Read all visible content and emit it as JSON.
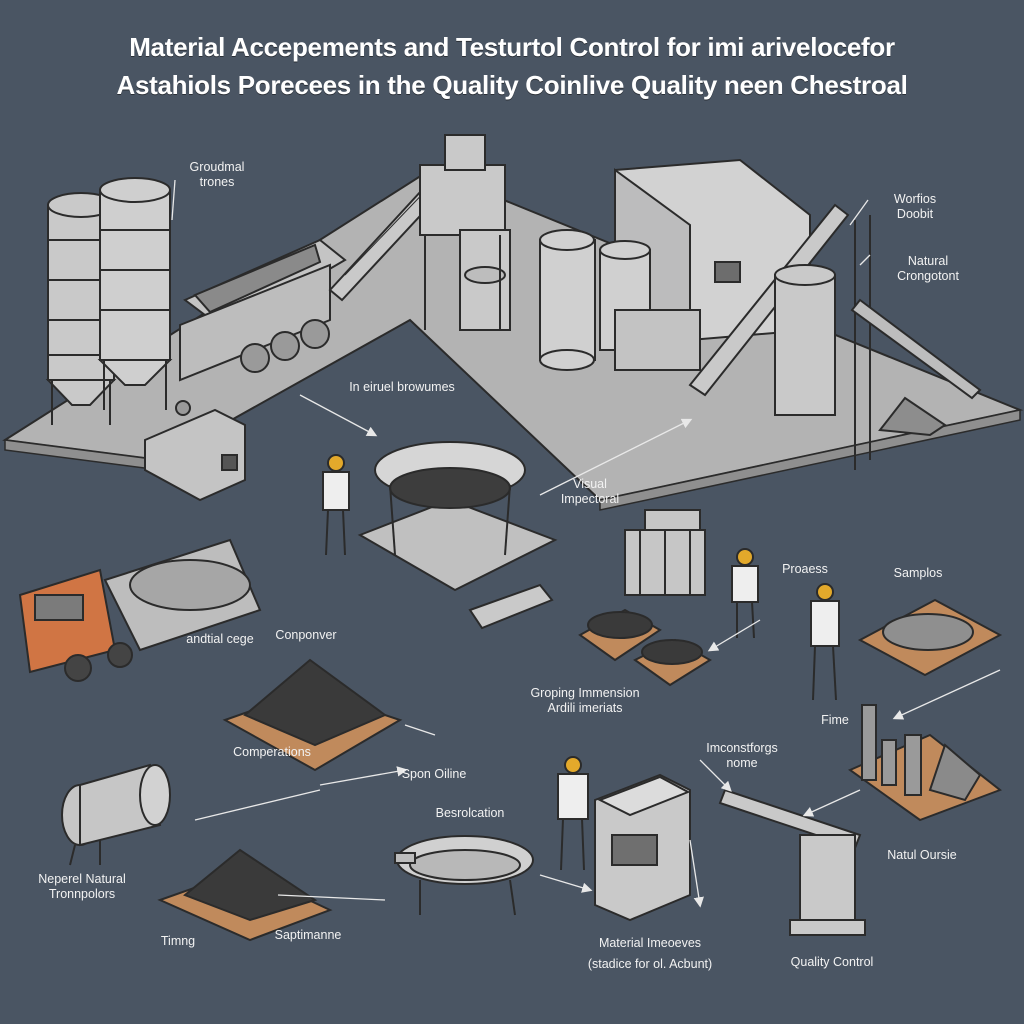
{
  "title": {
    "line1": "Material Accepements and Testurtol Control for imi arivelocefor",
    "line2": "Astahiols Porecees in the Quality Coinlive Quality neen Chestroal"
  },
  "labels": {
    "groundal_trones": [
      "Groudmal",
      "trones"
    ],
    "worfios_doobit": [
      "Worfios",
      "Doobit"
    ],
    "natural_crongotont": [
      "Natural",
      "Crongotont"
    ],
    "in_eiruel_browumes": [
      "In eiruel browumes"
    ],
    "visual_impectoral": [
      "Visual",
      "Impectoral"
    ],
    "process": [
      "Proaess"
    ],
    "samplos": [
      "Samplos"
    ],
    "truck_cage": [
      "andtial cege"
    ],
    "conponver": [
      "Conponver"
    ],
    "groping_immension": [
      "Groping Immension",
      "Ardili imeriats"
    ],
    "fime": [
      "Fime"
    ],
    "compositions": [
      "Comperations"
    ],
    "spon_oiline": [
      "Spon Oiline"
    ],
    "imconstforgs": [
      "Imconstforgs",
      "nome"
    ],
    "besrolcation": [
      "Besrolcation"
    ],
    "natual_oursie": [
      "Natul Oursie"
    ],
    "natural_tronpolors": [
      "Neperel Natural",
      "Tronnpolors"
    ],
    "timng": [
      "Timng"
    ],
    "saptimanne": [
      "Saptimanne"
    ],
    "material_imeoeves": [
      "Material Imeoeves",
      "(stadice for ol. Acbunt)"
    ],
    "quality_control": [
      "Quality Control"
    ]
  },
  "colors": {
    "background": "#4a5563",
    "machine_fill": "#c9c9c9",
    "machine_stroke": "#2b2b2b",
    "platform": "#b3b3b3",
    "pallet": "#c08a5c",
    "truck_accent": "#d07544",
    "hardhat": "#e3a92b",
    "coal": "#3a3a3a",
    "text": "#f2f2f2"
  },
  "icons": [
    "silo-icon",
    "dump-truck-icon",
    "conveyor-icon",
    "sieve-icon",
    "worker-icon",
    "orange-truck-icon",
    "coal-pile-icon",
    "pallet-icon",
    "drum-icon",
    "testing-machine-icon",
    "press-icon",
    "sample-tray-icon"
  ]
}
